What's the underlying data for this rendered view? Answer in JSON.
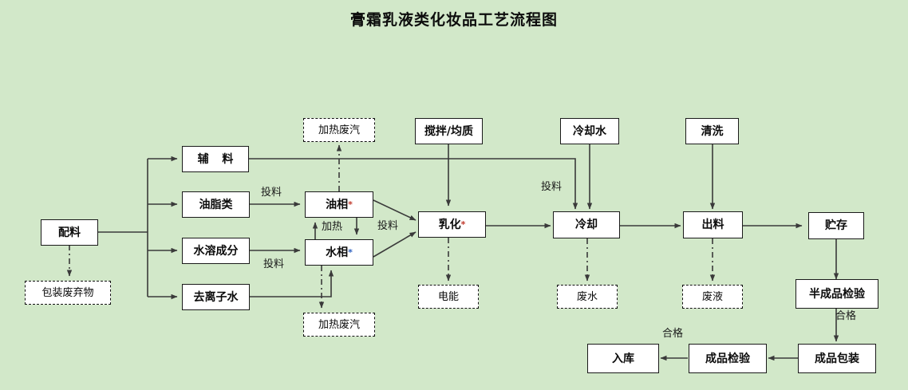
{
  "title": "膏霜乳液类化妆品工艺流程图",
  "theme": {
    "background": "#d2e8c9",
    "node_fill": "#ffffff",
    "line_color": "#3a3a3a",
    "text_color": "#0b0b0b",
    "star_red": "#c0392b",
    "star_blue": "#2b5fc0"
  },
  "nodes": [
    {
      "id": "peiliao",
      "label": "配料",
      "type": "solid"
    },
    {
      "id": "baozhuang",
      "label": "包装废弃物",
      "type": "dashed"
    },
    {
      "id": "fuliao",
      "label": "辅  料",
      "type": "solid"
    },
    {
      "id": "youzhilei",
      "label": "油脂类",
      "type": "solid"
    },
    {
      "id": "shuirong",
      "label": "水溶成分",
      "type": "solid"
    },
    {
      "id": "quilizishui",
      "label": "去离子水",
      "type": "solid"
    },
    {
      "id": "jiarefeiqi1",
      "label": "加热废汽",
      "type": "dashed"
    },
    {
      "id": "jiarefeiqi2",
      "label": "加热废汽",
      "type": "dashed"
    },
    {
      "id": "youxiang",
      "label": "油相",
      "type": "solid",
      "star": "red"
    },
    {
      "id": "shuixiang",
      "label": "水相",
      "type": "solid",
      "star": "blue"
    },
    {
      "id": "jiaoban",
      "label": "搅拌/均质",
      "type": "solid"
    },
    {
      "id": "ruhua",
      "label": "乳化",
      "type": "solid",
      "star": "red"
    },
    {
      "id": "diangneng",
      "label": "电能",
      "type": "dashed"
    },
    {
      "id": "lengquehui",
      "label": "冷却水",
      "type": "solid"
    },
    {
      "id": "lengque",
      "label": "冷却",
      "type": "solid"
    },
    {
      "id": "feishui",
      "label": "废水",
      "type": "dashed"
    },
    {
      "id": "qingxi",
      "label": "清洗",
      "type": "solid"
    },
    {
      "id": "chuliao",
      "label": "出料",
      "type": "solid"
    },
    {
      "id": "feiye",
      "label": "废液",
      "type": "dashed"
    },
    {
      "id": "zhucun",
      "label": "贮存",
      "type": "solid"
    },
    {
      "id": "bancheng",
      "label": "半成品检验",
      "type": "solid"
    },
    {
      "id": "chengpinbao",
      "label": "成品包装",
      "type": "solid"
    },
    {
      "id": "chengpinjian",
      "label": "成品检验",
      "type": "solid"
    },
    {
      "id": "ruku",
      "label": "入库",
      "type": "solid"
    }
  ],
  "edge_labels": [
    {
      "id": "touliao-1",
      "text": "投料"
    },
    {
      "id": "touliao-2",
      "text": "投料"
    },
    {
      "id": "touliao-3",
      "text": "投料"
    },
    {
      "id": "touliao-4",
      "text": "投料"
    },
    {
      "id": "jiare",
      "text": "加热"
    },
    {
      "id": "hege-1",
      "text": "合格"
    },
    {
      "id": "hege-2",
      "text": "合格"
    }
  ]
}
